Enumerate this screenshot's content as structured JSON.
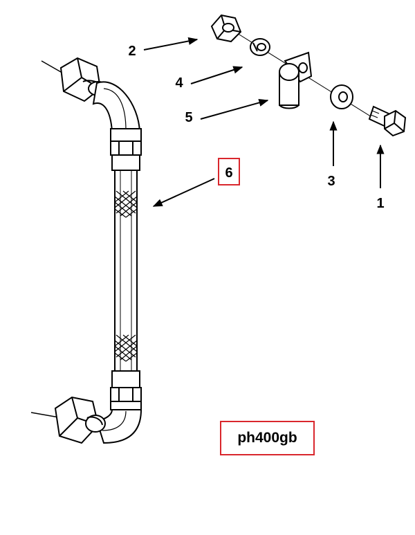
{
  "callouts": [
    "1",
    "2",
    "3",
    "4",
    "5",
    "6"
  ],
  "selected_callout": "6",
  "figure_code": "ph400gb",
  "colors": {
    "line": "#000000",
    "highlight": "#d9262c",
    "background": "#ffffff"
  }
}
